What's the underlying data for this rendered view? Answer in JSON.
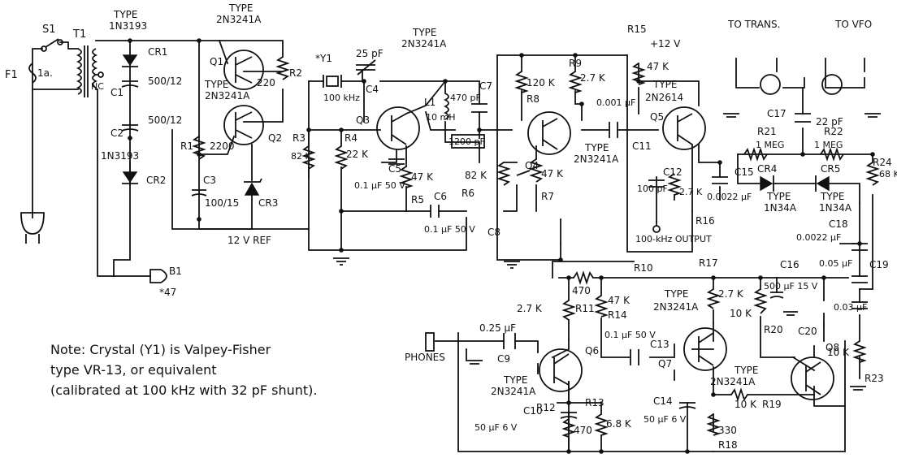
{
  "labels": {
    "f1": "F1",
    "fuse": "1a.",
    "s1": "S1",
    "t1": "T1",
    "nc": "NC",
    "type": "TYPE",
    "d1n3193": "1N3193",
    "cr1": "CR1",
    "c1_val": "500/12",
    "c1": "C1",
    "c2_val": "500/12",
    "c2": "C2",
    "cr2_type": "1N3193",
    "cr2": "CR2",
    "b1": "B1",
    "b1_val": "*47",
    "q1_type": "TYPE",
    "q1_part": "2N3241A",
    "q1": "Q1",
    "r2": "R2",
    "r2_val": "220",
    "q2_type": "TYPE",
    "q2_part": "2N3241A",
    "q2": "Q2",
    "r1": "R1",
    "r1_val": "2200",
    "c3": "C3",
    "c3_val": "100/15",
    "cr3": "CR3",
    "ref12": "12 V REF",
    "y1": "*Y1",
    "y1_val": "100 kHz",
    "c4_val": "25 pF",
    "c4": "C4",
    "q3_type": "TYPE",
    "q3_part": "2N3241A",
    "q3": "Q3",
    "c7": "C7",
    "c7_val": "470 pF",
    "l1": "L1",
    "l1_val": "10 mH",
    "c8_val": "1200 pF",
    "c8": "C8",
    "r3": "R3",
    "r3_val": "82 K",
    "r4": "R4",
    "r4_val": "22 K",
    "c5": "C5",
    "c5_val": "0.1 µF 50 V",
    "r5": "R5",
    "r5_val": "47 K",
    "c6": "C6",
    "c6_val": "0.1 µF 50 V",
    "r6": "R6",
    "r6_val": "82 K",
    "r7": "R7",
    "r7_val": "47 K",
    "r8": "R8",
    "r8_val": "120 K",
    "r9": "R9",
    "r9_val": "2.7 K",
    "c11": "C11",
    "c11_val": "0.001 µF",
    "q4": "Q4",
    "q4_type": "TYPE",
    "q4_part": "2N3241A",
    "r15": "R15",
    "r15_val": "+12 V",
    "r15_res": "47 K",
    "q5_type": "TYPE",
    "q5_part": "2N2614",
    "q5": "Q5",
    "c12": "C12",
    "c12_val": "100 pF",
    "r16_val": "2.7 K",
    "r16": "R16",
    "output": "100-kHz OUTPUT",
    "c15": "C15",
    "c15_val": "0.0022 µF",
    "to_trans": "TO TRANS.",
    "to_vfo": "TO VFO",
    "c17": "C17",
    "c17_val": "22 pF",
    "r21": "R21",
    "r21_val": "1 MEG",
    "r22": "R22",
    "r22_val": "1 MEG",
    "cr4": "CR4",
    "cr4_type": "TYPE",
    "cr4_part": "1N34A",
    "cr5": "CR5",
    "cr5_type": "TYPE",
    "cr5_part": "1N34A",
    "r24": "R24",
    "r24_val": "68 K",
    "c18": "C18",
    "c18_val": "0.0022 µF",
    "c16": "C16",
    "c19": "C19",
    "c19_val": "0.05 µF",
    "r10": "R10",
    "r10_val": "470",
    "r17": "R17",
    "r11": "R11",
    "r11_val": "2.7 K",
    "r14": "R14",
    "r14_val": "47 K",
    "q7_type": "TYPE",
    "q7_part": "2N3241A",
    "q7": "Q7",
    "r17_val": "2.7 K",
    "c16_val": "500 µF 15 V",
    "r20": "R20",
    "r20_val": "10 K",
    "c20": "C20",
    "c20_val": "0.03 µF",
    "q8": "Q8",
    "c9": "C9",
    "c9_val": "0.25 µF",
    "phones": "PHONES",
    "q6": "Q6",
    "q6_type": "TYPE",
    "q6_part": "2N3241A",
    "c13": "C13",
    "c13_val": "0.1 µF 50 V",
    "q8_type": "TYPE",
    "q8_part": "2N3241A",
    "r23": "R23",
    "r23_val": "10 K",
    "c10": "C10",
    "c10_val": "50 µF 6 V",
    "r12": "R12",
    "r12_val": "470",
    "r13": "R13",
    "r13_val": "6.8 K",
    "c14": "C14",
    "c14_val": "50 µF 6 V",
    "r19": "R19",
    "r19_val": "10 K",
    "r18": "R18",
    "r18_val": "330"
  },
  "note": {
    "line1": "Note: Crystal (Y1) is Valpey-Fisher",
    "line2": "type VR-13, or equivalent",
    "line3": "(calibrated at 100 kHz with 32 pF shunt)."
  }
}
